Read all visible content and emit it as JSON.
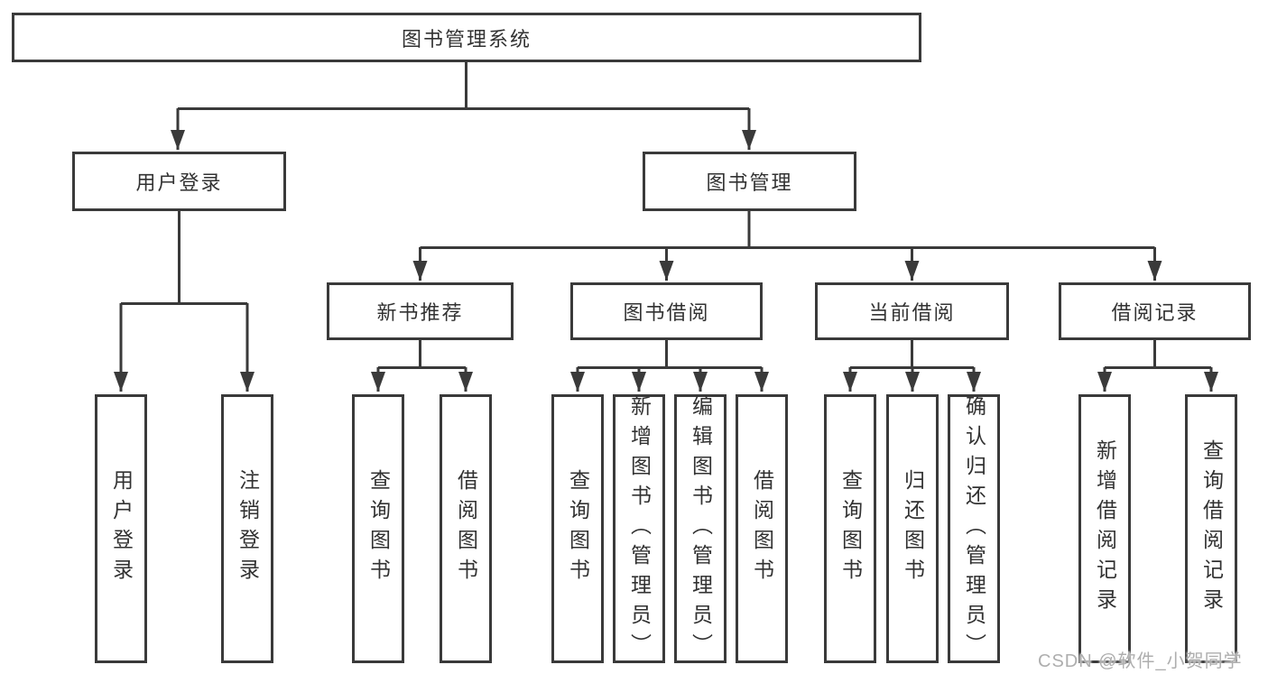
{
  "diagram_type": "hierarchy-tree",
  "root": {
    "label": "图书管理系统"
  },
  "branches": [
    {
      "label": "用户登录",
      "leaves": [
        {
          "label": "用户登录"
        },
        {
          "label": "注销登录"
        }
      ]
    },
    {
      "label": "图书管理",
      "groups": [
        {
          "label": "新书推荐",
          "leaves": [
            {
              "label": "查询图书"
            },
            {
              "label": "借阅图书"
            }
          ]
        },
        {
          "label": "图书借阅",
          "leaves": [
            {
              "label": "查询图书"
            },
            {
              "label": "新增图书（管理员）"
            },
            {
              "label": "编辑图书（管理员）"
            },
            {
              "label": "借阅图书"
            }
          ]
        },
        {
          "label": "当前借阅",
          "leaves": [
            {
              "label": "查询图书"
            },
            {
              "label": "归还图书"
            },
            {
              "label": "确认归还（管理员）"
            }
          ]
        },
        {
          "label": "借阅记录",
          "leaves": [
            {
              "label": "新增借阅记录"
            },
            {
              "label": "查询借阅记录"
            }
          ]
        }
      ]
    }
  ],
  "watermark": {
    "text": "CSDN @软件_小贺同学"
  },
  "colors": {
    "line": "#3a3a3a",
    "box_border": "#3a3a3a",
    "text": "#323232",
    "watermark": "#aeaeae",
    "background": "#ffffff"
  }
}
